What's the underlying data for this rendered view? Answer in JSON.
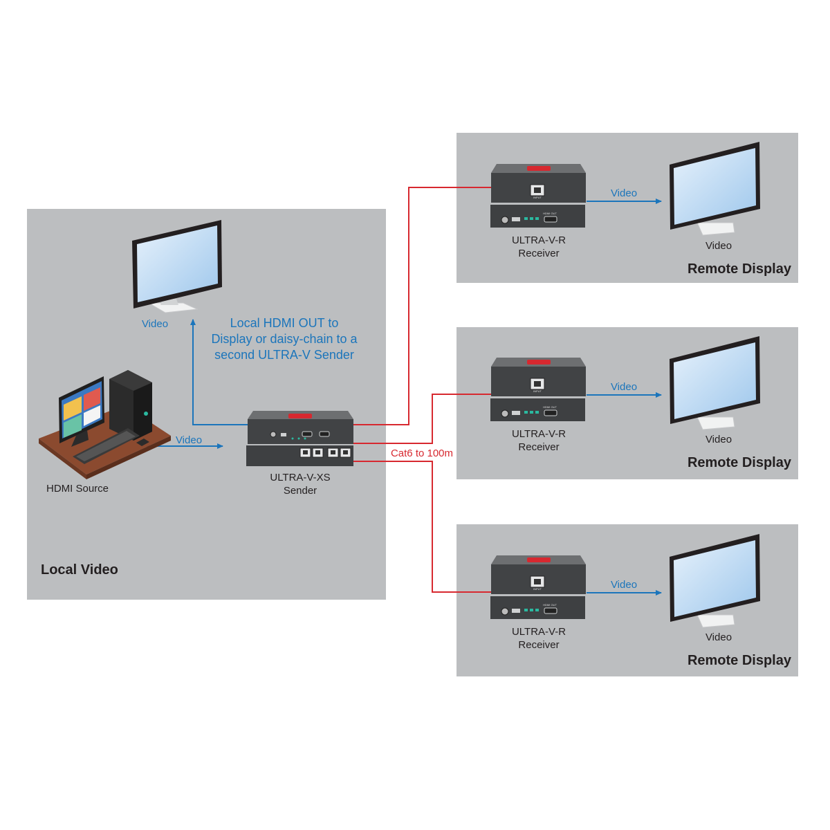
{
  "colors": {
    "panel": "#bcbec0",
    "cable": "#d7282f",
    "signal": "#1b75bb",
    "device": "#4d4f51"
  },
  "local": {
    "section_title": "Local Video",
    "monitor_label": "Video",
    "note_line1": "Local HDMI OUT to",
    "note_line2": "Display or daisy-chain to a",
    "note_line3": "second ULTRA-V Sender",
    "source_label": "HDMI Source",
    "source_video_label": "Video",
    "sender_line1": "ULTRA-V-XS",
    "sender_line2": "Sender"
  },
  "cable_label": "Cat6 to 100m",
  "remotes": [
    {
      "receiver_line1": "ULTRA-V-R",
      "receiver_line2": "Receiver",
      "arrow_label": "Video",
      "monitor_label": "Video",
      "title": "Remote Display"
    },
    {
      "receiver_line1": "ULTRA-V-R",
      "receiver_line2": "Receiver",
      "arrow_label": "Video",
      "monitor_label": "Video",
      "title": "Remote Display"
    },
    {
      "receiver_line1": "ULTRA-V-R",
      "receiver_line2": "Receiver",
      "arrow_label": "Video",
      "monitor_label": "Video",
      "title": "Remote Display"
    }
  ],
  "device_marks": {
    "port": "INPUT",
    "hdmi": "HDMI OUT"
  }
}
